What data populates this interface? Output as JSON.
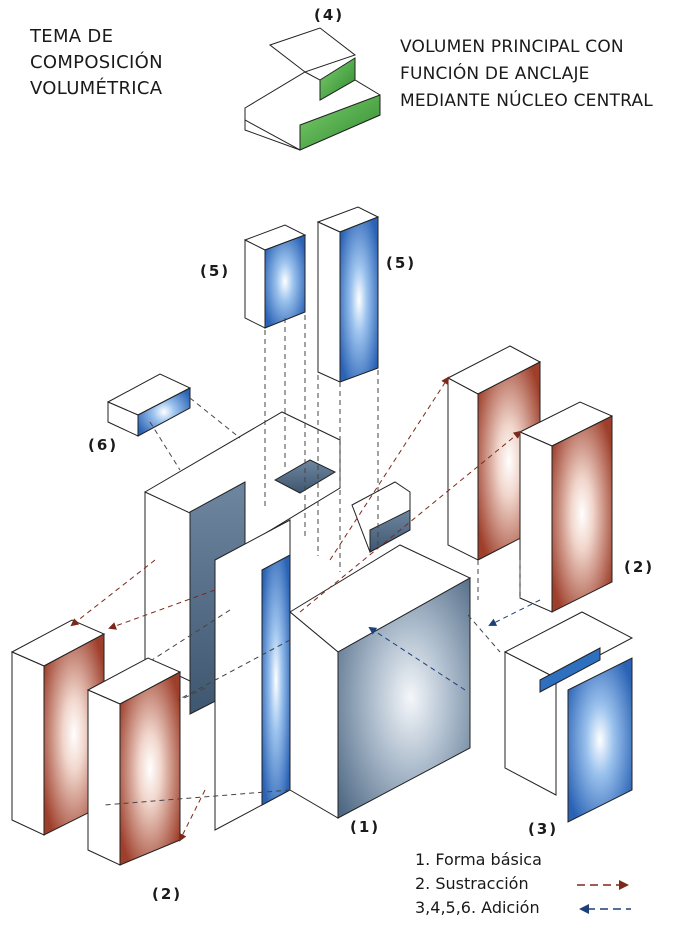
{
  "title_lines": [
    "TEMA DE",
    "COMPOSICIÓN",
    "VOLUMÉTRICA"
  ],
  "subtitle_lines": [
    "VOLUMEN PRINCIPAL CON",
    "FUNCIÓN DE ANCLAJE",
    "MEDIANTE NÚCLEO CENTRAL"
  ],
  "labels": {
    "four": "(4)",
    "five_left": "(5)",
    "five_right": "(5)",
    "six": "(6)",
    "two_right": "(2)",
    "one": "(1)",
    "three": "(3)",
    "two_bottom": "(2)"
  },
  "legend": [
    {
      "text": "1. Forma básica",
      "marker": "none"
    },
    {
      "text": "2. Sustracción",
      "marker": "arrow-right"
    },
    {
      "text": "3,4,5,6. Adición",
      "marker": "arrow-left"
    }
  ],
  "colors": {
    "green": "#3fa63a",
    "blue": "#2f6fc0",
    "red": "#a34a35",
    "slate": "#5c7590",
    "line": "#222222"
  }
}
